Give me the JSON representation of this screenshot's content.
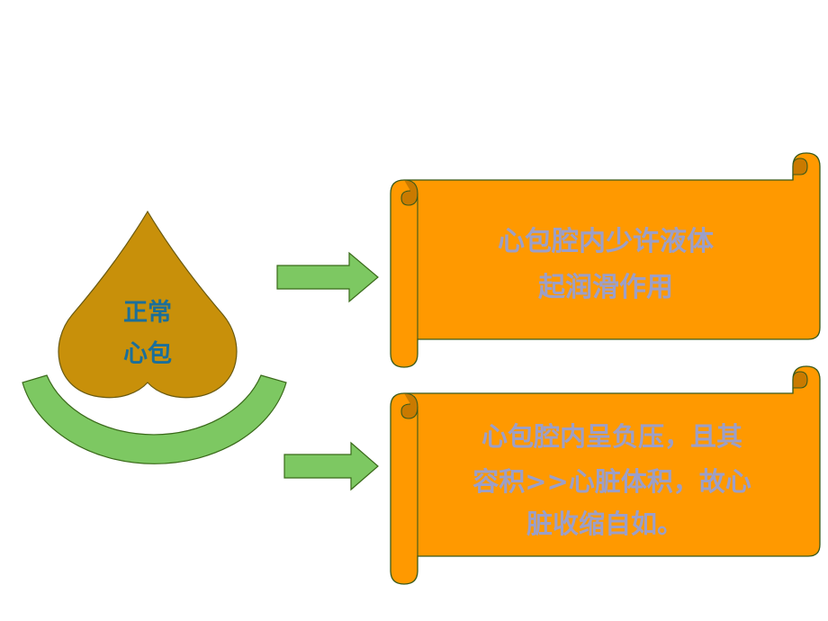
{
  "heart": {
    "line1": "正常",
    "line2": "心包"
  },
  "scroll_top": {
    "line1": "心包腔内少许液体",
    "line2": "起润滑作用"
  },
  "scroll_bottom": {
    "line1": "心包腔内呈负压，且其",
    "line2": "容积>>心脏体积，故心",
    "line3": "脏收缩自如。"
  },
  "colors": {
    "heart_fill": "#c8900a",
    "arc_fill": "#7dc862",
    "arrow_fill": "#7dc862",
    "scroll_fill": "#ff9900",
    "scroll_stroke": "#3a5a1a",
    "text_purple": "#9c9fc8",
    "text_blue": "#1b6f9a"
  }
}
